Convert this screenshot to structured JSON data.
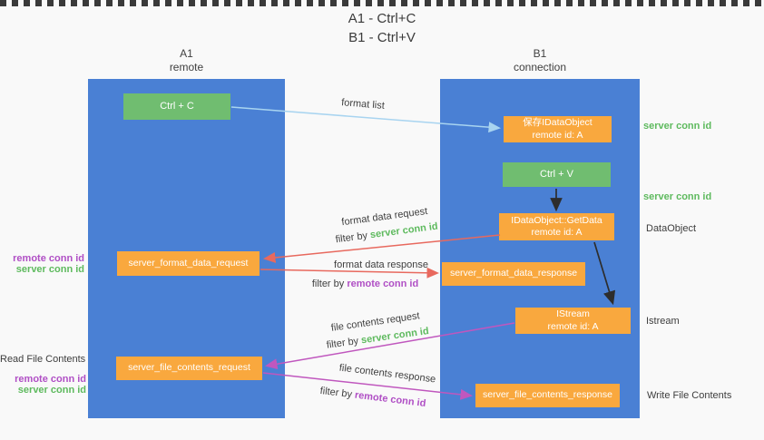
{
  "title": {
    "line1": "A1 - Ctrl+C",
    "line2": "B1 - Ctrl+V"
  },
  "columns": {
    "left": {
      "name": "A1",
      "role": "remote"
    },
    "right": {
      "name": "B1",
      "role": "connection"
    }
  },
  "boxes": {
    "ctrl_c": "Ctrl + C",
    "save_idataobject_line1": "保存IDataObject",
    "save_idataobject_line2": "remote id: A",
    "ctrl_v": "Ctrl + V",
    "getdata_line1": "IDataObject::GetData",
    "getdata_line2": "remote id: A",
    "format_request": "server_format_data_request",
    "format_response": "server_format_data_response",
    "istream_line1": "IStream",
    "istream_line2": "remote id: A",
    "file_request": "server_file_contents_request",
    "file_response": "server_file_contents_response"
  },
  "side_labels": {
    "server_conn_id_top": "server conn id",
    "server_conn_id_mid": "server conn id",
    "dataobject": "DataObject",
    "istream": "Istream",
    "write_file_contents": "Write File Contents",
    "read_file_contents": "Read File Contents",
    "left_remote_conn_id_1": "remote conn id",
    "left_server_conn_id_1": "server conn id",
    "left_remote_conn_id_2": "remote conn id",
    "left_server_conn_id_2": "server conn id"
  },
  "arrow_labels": {
    "format_list": "format list",
    "format_data_request": "format data request",
    "filter_by_1_prefix": "filter by ",
    "filter_by_1_value": "server conn id",
    "format_data_response": "format data response",
    "filter_by_2_prefix": "filter by ",
    "filter_by_2_value": "remote conn id",
    "file_contents_request": "file contents request",
    "filter_by_3_prefix": "filter by ",
    "filter_by_3_value": "server conn id",
    "file_contents_response": "file contents response",
    "filter_by_4_prefix": "filter by ",
    "filter_by_4_value": "remote conn id"
  },
  "colors": {
    "column_blue": "#4a80d4",
    "box_green": "#70bd70",
    "box_orange": "#f9a83e",
    "green_label": "#5eba5e",
    "purple_label": "#b04fc5",
    "arrow_red": "#e8695e",
    "arrow_magenta": "#c057be",
    "arrow_lightblue": "#a8d4f0",
    "arrow_black": "#2d2d2d"
  }
}
